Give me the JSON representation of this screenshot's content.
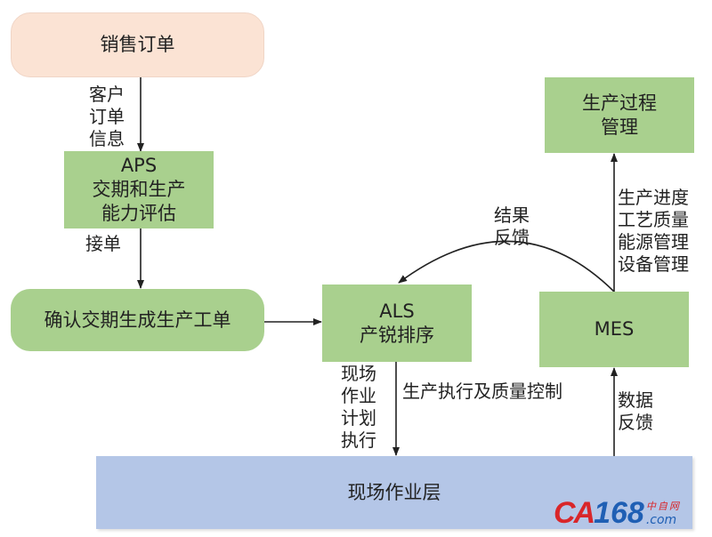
{
  "nodes": {
    "sales_order": "销售订单",
    "aps_title": "APS",
    "aps_sub1": "交期和生产",
    "aps_sub2": "能力评估",
    "confirm": "确认交期生成生产工单",
    "als_title": "ALS",
    "als_sub": "产锐排序",
    "mes": "MES",
    "process_mgmt1": "生产过程",
    "process_mgmt2": "管理",
    "shop_floor": "现场作业层"
  },
  "edges": {
    "customer_order_info": [
      "客户",
      "订单",
      "信息"
    ],
    "accept_order": "接单",
    "result_feedback": [
      "结果",
      "反馈"
    ],
    "mes_items": [
      "生产进度",
      "工艺质量",
      "能源管理",
      "设备管理"
    ],
    "field_plan_exec": [
      "现场",
      "作业",
      "计划",
      "执行"
    ],
    "exec_quality": "生产执行及质量控制",
    "data_feedback": [
      "数据",
      "反馈"
    ]
  },
  "logo": {
    "brand": "CA168",
    "cn": "中自网",
    "domain": ".com"
  },
  "colors": {
    "green": "#a9d08e",
    "pink": "#fbe3d4",
    "blue": "#b4c6e7"
  }
}
